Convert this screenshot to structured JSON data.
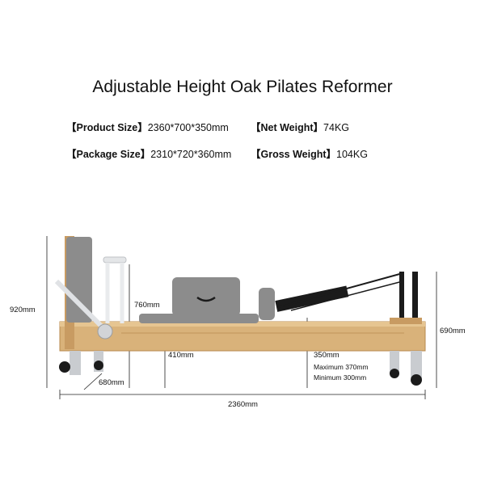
{
  "title": "Adjustable Height Oak Pilates Reformer",
  "specs": {
    "product_size_label": "【Product Size】",
    "product_size_value": "2360*700*350mm",
    "net_weight_label": "【Net Weight】",
    "net_weight_value": "74KG",
    "package_size_label": "【Package Size】",
    "package_size_value": "2310*720*360mm",
    "gross_weight_label": "【Gross Weight】",
    "gross_weight_value": "104KG"
  },
  "dimensions": {
    "height_total": "920mm",
    "tower_height": "760mm",
    "footbar_height": "690mm",
    "carriage_height": "410mm",
    "width": "680mm",
    "length": "2360mm",
    "frame_height": "350mm",
    "max_height": "Maximum 370mm",
    "min_height": "Minimum  300mm"
  },
  "colors": {
    "wood": "#d9b27a",
    "wood_dark": "#b88a4f",
    "upholstery": "#8c8c8c",
    "metal": "#c9ccd0",
    "black": "#1b1b1b"
  }
}
